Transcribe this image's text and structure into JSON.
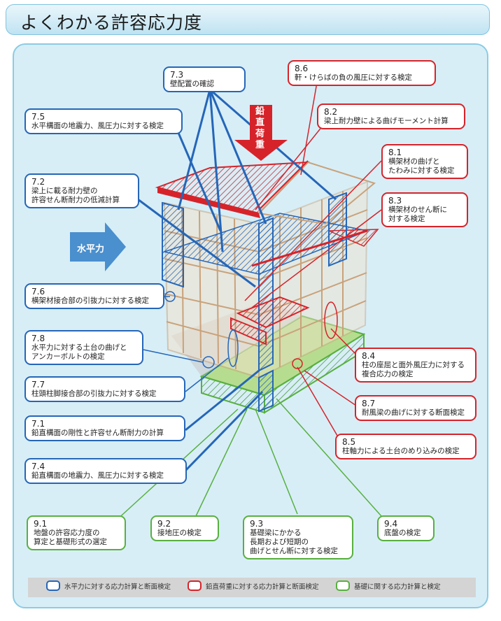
{
  "title": "よくわかる許容応力度",
  "arrows": {
    "vertical_load": "鉛直荷重",
    "horizontal_force": "水平力"
  },
  "callouts": [
    {
      "id": "7.3",
      "num": "7.3",
      "text": "壁配置の確認",
      "type": "blue"
    },
    {
      "id": "7.5",
      "num": "7.5",
      "text": "水平構面の地震力、風圧力に対する検定",
      "type": "blue"
    },
    {
      "id": "7.2",
      "num": "7.2",
      "text": "梁上に載る耐力壁の\n許容せん断耐力の低減計算",
      "type": "blue"
    },
    {
      "id": "7.6",
      "num": "7.6",
      "text": "横架材接合部の引抜力に対する検定",
      "type": "blue"
    },
    {
      "id": "7.8",
      "num": "7.8",
      "text": "水平力に対する土台の曲げと\nアンカーボルトの検定",
      "type": "blue"
    },
    {
      "id": "7.7",
      "num": "7.7",
      "text": "柱頭柱脚接合部の引抜力に対する検定",
      "type": "blue"
    },
    {
      "id": "7.1",
      "num": "7.1",
      "text": "鉛直構面の剛性と許容せん断耐力の計算",
      "type": "blue"
    },
    {
      "id": "7.4",
      "num": "7.4",
      "text": "鉛直構面の地震力、風圧力に対する検定",
      "type": "blue"
    },
    {
      "id": "8.6",
      "num": "8.6",
      "text": "軒・けらばの負の風圧に対する検定",
      "type": "red"
    },
    {
      "id": "8.2",
      "num": "8.2",
      "text": "梁上耐力壁による曲げモーメント計算",
      "type": "red"
    },
    {
      "id": "8.1",
      "num": "8.1",
      "text": "横架材の曲げと\nたわみに対する検定",
      "type": "red"
    },
    {
      "id": "8.3",
      "num": "8.3",
      "text": "横架材のせん断に\n対する検定",
      "type": "red"
    },
    {
      "id": "8.4",
      "num": "8.4",
      "text": "柱の座屈と面外風圧力に対する\n複合応力の検定",
      "type": "red"
    },
    {
      "id": "8.7",
      "num": "8.7",
      "text": "耐風梁の曲げに対する断面検定",
      "type": "red"
    },
    {
      "id": "8.5",
      "num": "8.5",
      "text": "柱軸力による土台のめり込みの検定",
      "type": "red"
    },
    {
      "id": "9.1",
      "num": "9.1",
      "text": "地盤の許容応力度の\n算定と基礎形式の選定",
      "type": "green"
    },
    {
      "id": "9.2",
      "num": "9.2",
      "text": "接地圧の検定",
      "type": "green"
    },
    {
      "id": "9.3",
      "num": "9.3",
      "text": "基礎梁にかかる\n長期および短期の\n曲げとせん断に対する検定",
      "type": "green"
    },
    {
      "id": "9.4",
      "num": "9.4",
      "text": "底盤の検定",
      "type": "green"
    }
  ],
  "legend": [
    {
      "label": "水平力に対する応力計算と断面検定",
      "color": "#2566b8"
    },
    {
      "label": "鉛直荷重に対する応力計算と断面検定",
      "color": "#d6232a"
    },
    {
      "label": "基礎に関する応力計算と検定",
      "color": "#58b03f"
    }
  ]
}
